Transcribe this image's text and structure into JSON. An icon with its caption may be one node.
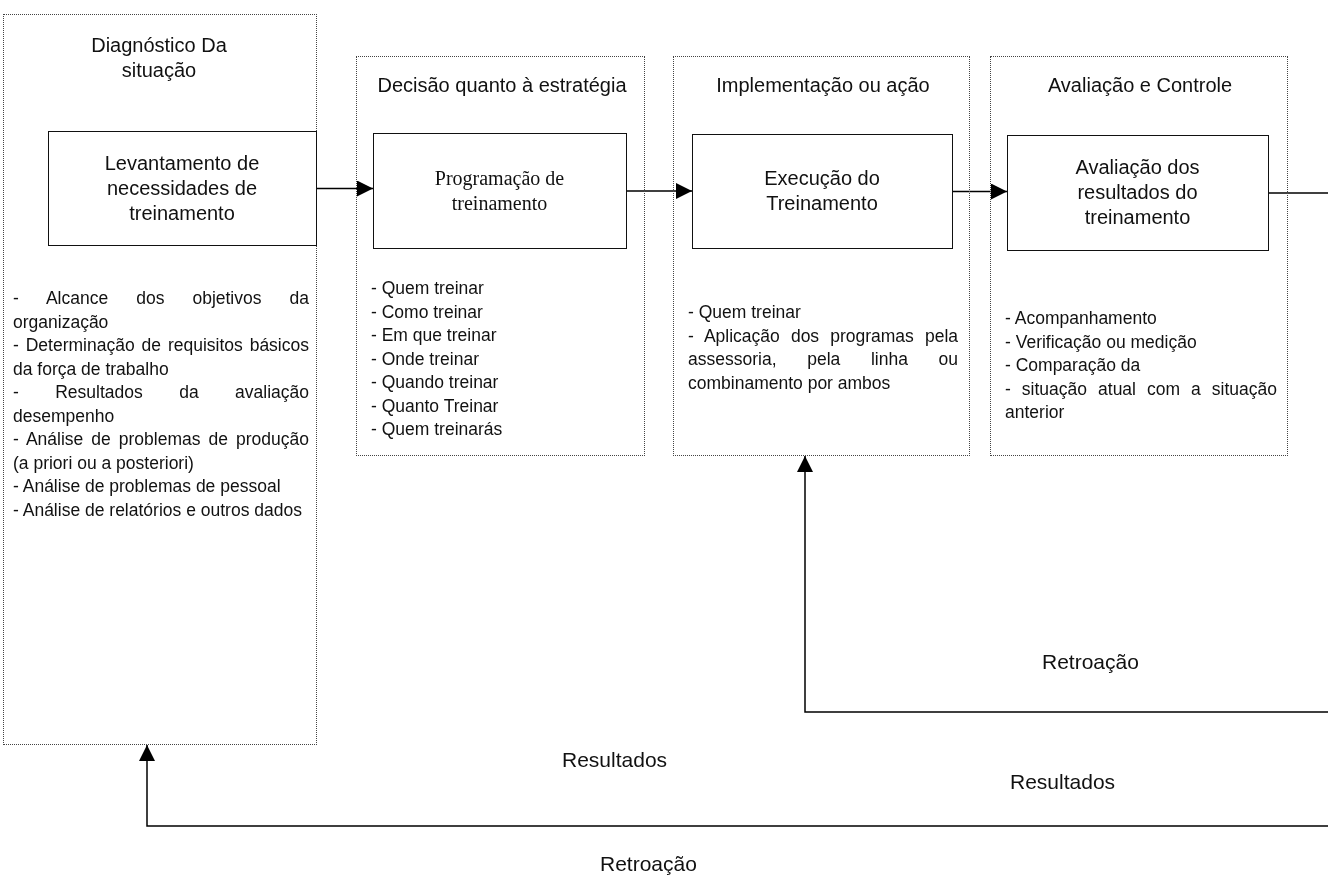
{
  "diagram": {
    "nodes": [
      {
        "text": [
          "Diagnóstico Da situação",
          "- Alcance dos objetivos da organização",
          "- Determinação de requisitos básicos da força de trabalho",
          "- Resultados da avaliação desempenho",
          "- Análise de problemas de produção (a priori ou a posteriori)",
          "- Análise de problemas de pessoal",
          "- Análise de relatórios e outros dados"
        ]
      },
      {
        "text": [
          "Levantamento de necessidades de treinamento"
        ],
        "in": 0
      },
      {
        "text": [
          "Decisão quanto à estratégia",
          "- Quem treinar",
          "- Como treinar",
          "- Em que treinar",
          "- Onde treinar",
          "- Quando treinar",
          "- Quanto Treinar",
          "- Quem treinarás"
        ]
      },
      {
        "text": [
          "Programação de treinamento"
        ],
        "in": 2
      },
      {
        "text": [
          "Implementação ou ação",
          "- Quem treinar",
          "- Aplicação dos programas pela assessoria, pela linha ou combinamento por ambos"
        ]
      },
      {
        "text": [
          "Execução do Treinamento"
        ],
        "in": 4
      },
      {
        "text": [
          "Avaliação e Controle",
          "- Acompanhamento",
          "- Verificação ou medição",
          "- Comparação da",
          "- situação atual com a situação anterior"
        ]
      },
      {
        "text": [
          "Avaliação dos resultados do treinamento"
        ],
        "in": 6
      }
    ],
    "edges": [
      {
        "from": 1,
        "to": 3,
        "arrow": "to"
      },
      {
        "from": 3,
        "to": 5,
        "arrow": "to"
      },
      {
        "from": 5,
        "to": 7,
        "arrow": "to"
      },
      {
        "from": 7,
        "to": null,
        "arrow": "none"
      },
      {
        "from": null,
        "to": 4,
        "arrow": "to",
        "label": "Retroação"
      },
      {
        "from": null,
        "to": 0,
        "arrow": "to",
        "label": "Retroação"
      }
    ],
    "labels": [
      "Resultados",
      "Resultados"
    ]
  }
}
